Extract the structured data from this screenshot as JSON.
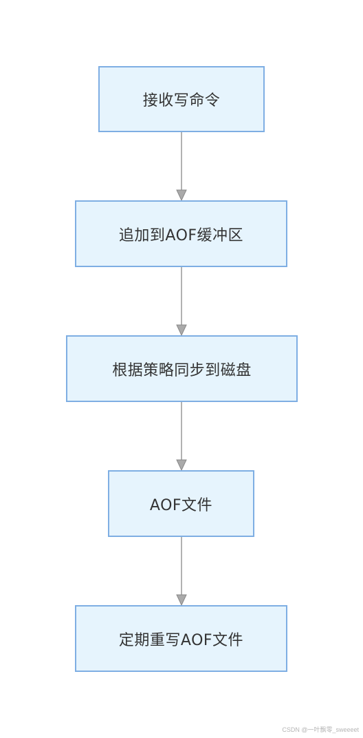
{
  "nodes": [
    {
      "label": "接收写命令"
    },
    {
      "label": "追加到AOF缓冲区"
    },
    {
      "label": "根据策略同步到磁盘"
    },
    {
      "label": "AOF文件"
    },
    {
      "label": "定期重写AOF文件"
    }
  ],
  "watermark": "CSDN @一叶飘零_sweeeet",
  "colors": {
    "node_fill": "#e6f4fd",
    "node_border": "#7eaee3",
    "edge": "#999999",
    "text": "#333333"
  }
}
